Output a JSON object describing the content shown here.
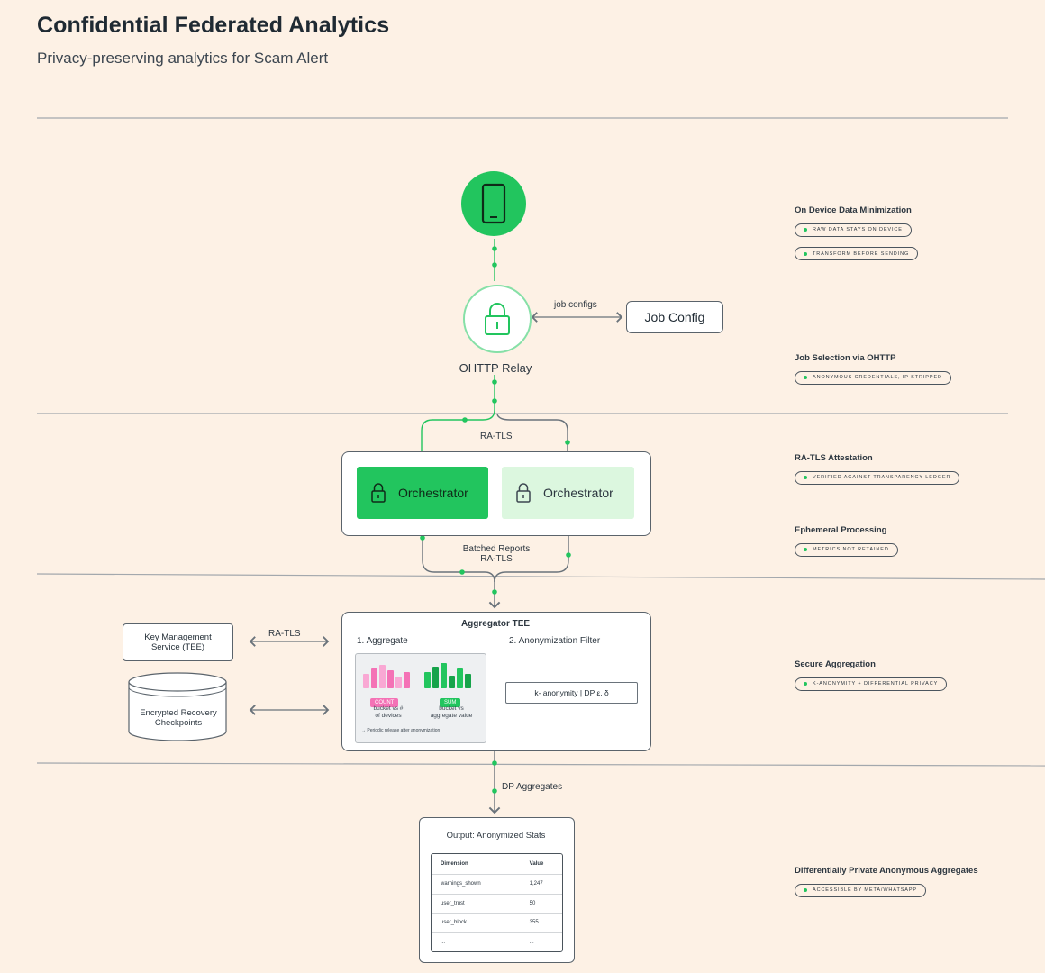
{
  "header": {
    "title": "Confidential Federated Analytics",
    "subtitle": "Privacy-preserving analytics for Scam Alert"
  },
  "diagram": {
    "device_icon": "phone-icon",
    "relay": {
      "label": "OHTTP Relay",
      "icon": "lock-icon"
    },
    "job_config": {
      "label": "Job Config",
      "edge_label": "job configs"
    },
    "ra_tls_top": "RA-TLS",
    "orchestrators": [
      {
        "label": "Orchestrator",
        "icon": "lock-icon",
        "active": true
      },
      {
        "label": "Orchestrator",
        "icon": "lock-icon",
        "active": false
      }
    ],
    "batched": {
      "line1": "Batched Reports",
      "line2": "RA-TLS"
    },
    "aggregator": {
      "title": "Aggregator TEE",
      "step1": "1. Aggregate",
      "step2": "2. Anonymization Filter",
      "count_label": "COUNT",
      "count_caption": "bucket vs #\nof devices",
      "sum_label": "SUM",
      "sum_caption": "bucket vs\naggregate value",
      "release_note": "→ Periodic release after anonymization",
      "filter_text": "k- anonymity   |   DP ε, δ"
    },
    "kms": {
      "label": "Key Management\nService (TEE)",
      "edge_label": "RA-TLS"
    },
    "recovery": {
      "label": "Encrypted Recovery\nCheckpoints"
    },
    "dp_edge_label": "DP Aggregates",
    "output": {
      "title": "Output: Anonymized Stats",
      "columns": [
        "Dimension",
        "Value"
      ],
      "rows": [
        [
          "warnings_shown",
          "1,247"
        ],
        [
          "user_trust",
          "50"
        ],
        [
          "user_block",
          "355"
        ],
        [
          "...",
          "..."
        ]
      ]
    },
    "colors": {
      "accent_green": "#22c55e",
      "light_green": "#dcf7df",
      "pink": "#f472b6",
      "background": "#fdf1e5",
      "line_gray": "#8a9096"
    }
  },
  "side_notes": [
    {
      "heading": "On Device Data Minimization",
      "pills": [
        "RAW DATA STAYS ON DEVICE",
        "TRANSFORM BEFORE SENDING"
      ]
    },
    {
      "heading": "Job Selection via OHTTP",
      "pills": [
        "ANONYMOUS CREDENTIALS, IP STRIPPED"
      ]
    },
    {
      "heading": "RA-TLS Attestation",
      "pills": [
        "VERIFIED AGAINST TRANSPARENCY LEDGER"
      ]
    },
    {
      "heading": "Ephemeral Processing",
      "pills": [
        "METRICS NOT RETAINED"
      ]
    },
    {
      "heading": "Secure Aggregation",
      "pills": [
        "K-ANONYMITY + DIFFERENTIAL PRIVACY"
      ]
    },
    {
      "heading": "Differentially Private Anonymous Aggregates",
      "pills": [
        "ACCESSIBLE BY META/WHATSAPP"
      ]
    }
  ]
}
